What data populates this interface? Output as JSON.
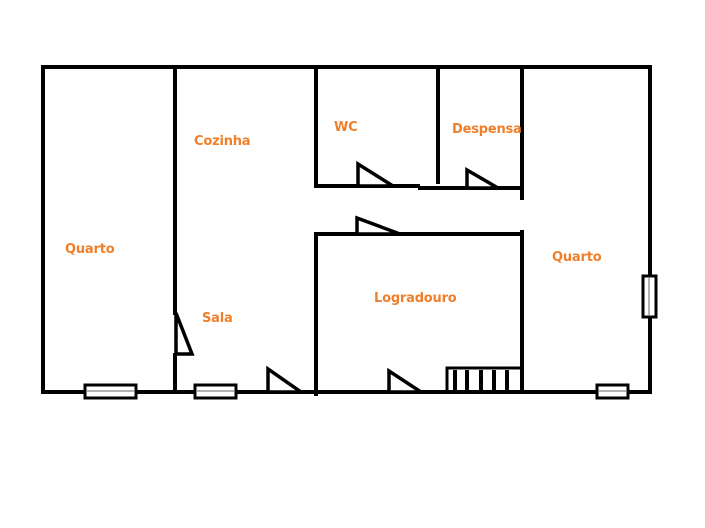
{
  "diagram": {
    "type": "floor-plan",
    "label_color": "#f07f2a",
    "wall_color": "#000000",
    "rooms": [
      {
        "id": "quarto-left",
        "label": "Quarto"
      },
      {
        "id": "cozinha",
        "label": "Cozinha"
      },
      {
        "id": "sala",
        "label": "Sala"
      },
      {
        "id": "wc",
        "label": "WC"
      },
      {
        "id": "despensa",
        "label": "Despensa"
      },
      {
        "id": "logradouro",
        "label": "Logradouro"
      },
      {
        "id": "quarto-right",
        "label": "Quarto"
      }
    ],
    "symbols": {
      "doors": 6,
      "windows": 4,
      "stairs": 1
    }
  }
}
